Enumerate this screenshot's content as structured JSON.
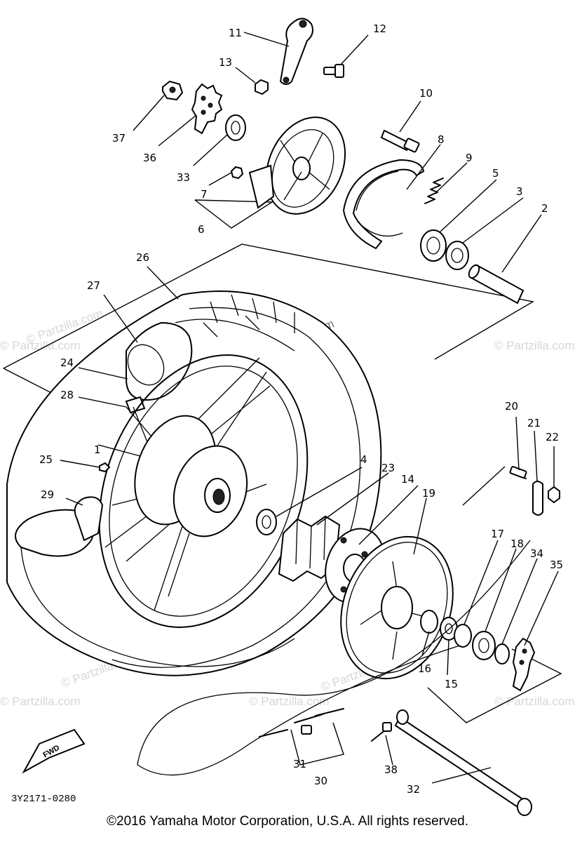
{
  "watermark": "© Partzilla.com",
  "diagram_code": "3Y2171-0280",
  "fwd_label": "FWD",
  "copyright": "©2016 Yamaha Motor Corporation, U.S.A. All rights reserved.",
  "callouts": [
    "1",
    "2",
    "3",
    "4",
    "5",
    "6",
    "7",
    "8",
    "9",
    "10",
    "11",
    "12",
    "13",
    "14",
    "15",
    "16",
    "17",
    "18",
    "19",
    "20",
    "21",
    "22",
    "23",
    "24",
    "25",
    "26",
    "27",
    "28",
    "29",
    "30",
    "31",
    "32",
    "33",
    "34",
    "35",
    "36",
    "37",
    "38"
  ]
}
